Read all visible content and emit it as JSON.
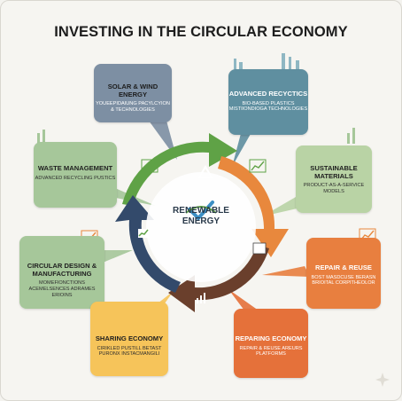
{
  "title": "INVESTING IN THE CIRCULAR ECONOMY",
  "center": {
    "line1": "RENEWABLE",
    "line2": "ENERGY"
  },
  "boxes": {
    "solar": {
      "title": "SOLAR & WIND ENERGY",
      "text": "YOUEEPIDAIUNG PACYLCYION & TECHNOLOGIES",
      "color": "#7d8fa3"
    },
    "recyctics": {
      "title": "ADVANCED RECYCTICS",
      "text": "BIO-BASED PLASTICS MISTIIONDIOGA TECHNOLOGIES",
      "color": "#5f8fa0"
    },
    "waste": {
      "title": "WASTE MANAGEMENT",
      "text": "ADVANCED RECYCLING PUSTICS",
      "color": "#a6c79a"
    },
    "sustainable": {
      "title": "SUSTAINABLE MATERIALS",
      "text": "PRODUCT-AS-A-SERVICE MODELS",
      "color": "#b9d3a5"
    },
    "circular": {
      "title": "CIRCULAR DESIGN & MANUFACTURING",
      "text": "MOMEFIONCTIONS ACEMELSENCES ADRAMES ERIOINS",
      "color": "#a6c79a"
    },
    "repair": {
      "title": "REPAIR & REUSE",
      "text": "BOST MASDCUSE BERASN BRIOITAL CORPITHEOLOR",
      "color": "#e87f3f"
    },
    "sharing": {
      "title": "SHARING ECONOMY",
      "text": "CIRIKLED PUSTILL BETAST PURONX INSTACMANGILI",
      "color": "#f6c45a"
    },
    "repairing": {
      "title": "REPARING ECONOMY",
      "text": "REPAIR & REUSE AREURS PLATFORMS",
      "color": "#e5713a"
    }
  }
}
